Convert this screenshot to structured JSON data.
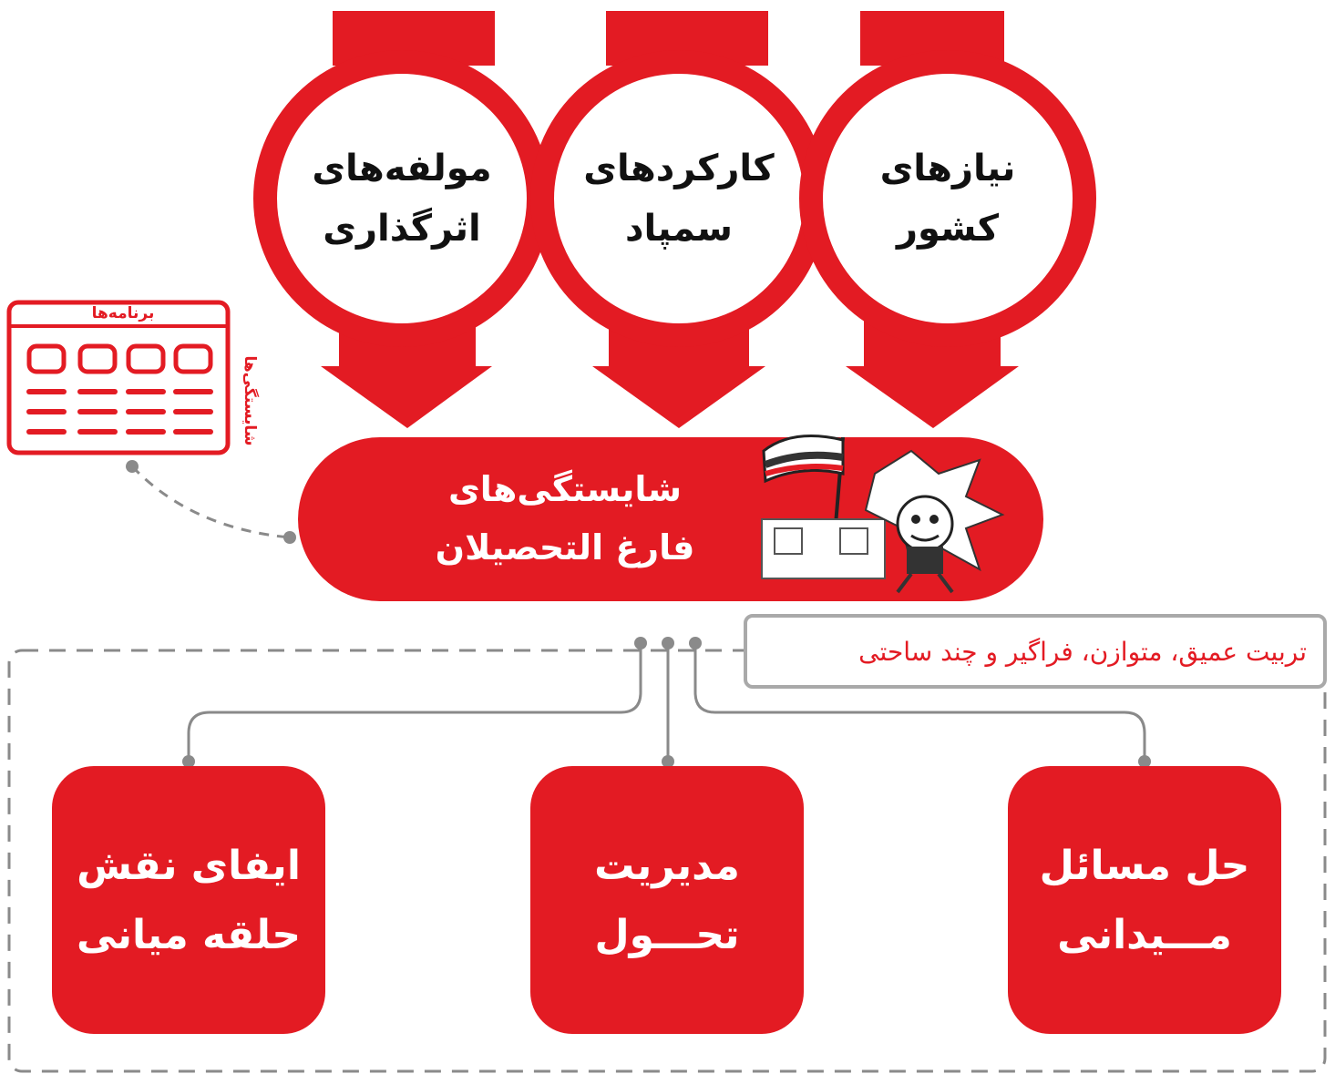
{
  "colors": {
    "accent": "#e31b23",
    "text": "#111111",
    "connector": "#8a8a8a",
    "callout_border": "#a9a9a9"
  },
  "inputs": [
    {
      "lines": [
        "مولفه‌های",
        "اثرگذاری"
      ]
    },
    {
      "lines": [
        "کارکردهای",
        "سمپاد"
      ]
    },
    {
      "lines": [
        "نیازهای",
        "کشور"
      ]
    }
  ],
  "center": {
    "lines": [
      "شایستگی‌های",
      "فارغ التحصیلان"
    ],
    "illustration": "cartoon-character-with-flag"
  },
  "side_icon": {
    "title": "برنامه‌ها",
    "label": "شایستگی‌ها",
    "icon": "table-icon"
  },
  "callout": {
    "text": "تربیت عمیق، متوازن، فراگیر و چند ساحتی"
  },
  "outputs": [
    {
      "lines": [
        "ایفای نقش",
        "حلقه میانی"
      ]
    },
    {
      "lines": [
        "مدیریت",
        "تحـــول"
      ]
    },
    {
      "lines": [
        "حل مسائل",
        "مـــیدانی"
      ]
    }
  ]
}
